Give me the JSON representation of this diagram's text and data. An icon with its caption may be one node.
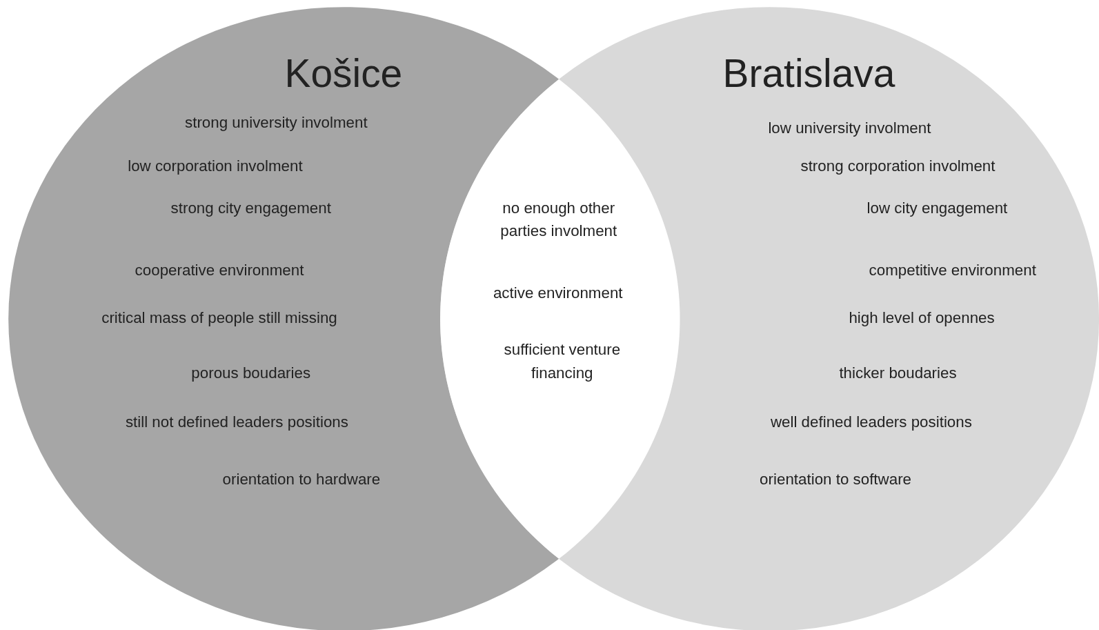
{
  "diagram": {
    "nodes": [
      {
        "text": [
          "Košice",
          "strong university involment",
          "low corporation involment",
          "strong city engagement",
          "cooperative environment",
          "critical mass of people still missing",
          "porous boudaries",
          "still not defined leaders positions",
          "orientation to hardware"
        ]
      },
      {
        "text": [
          "Bratislava",
          "low university involment",
          "strong corporation involment",
          "low city engagement",
          "competitive environment",
          "high level of opennes",
          "thicker boudaries",
          "well defined leaders positions",
          "orientation to software"
        ]
      },
      {
        "text": [
          "no enough other parties involment",
          "active environment",
          "sufficient venture financing"
        ]
      }
    ],
    "edges": []
  }
}
